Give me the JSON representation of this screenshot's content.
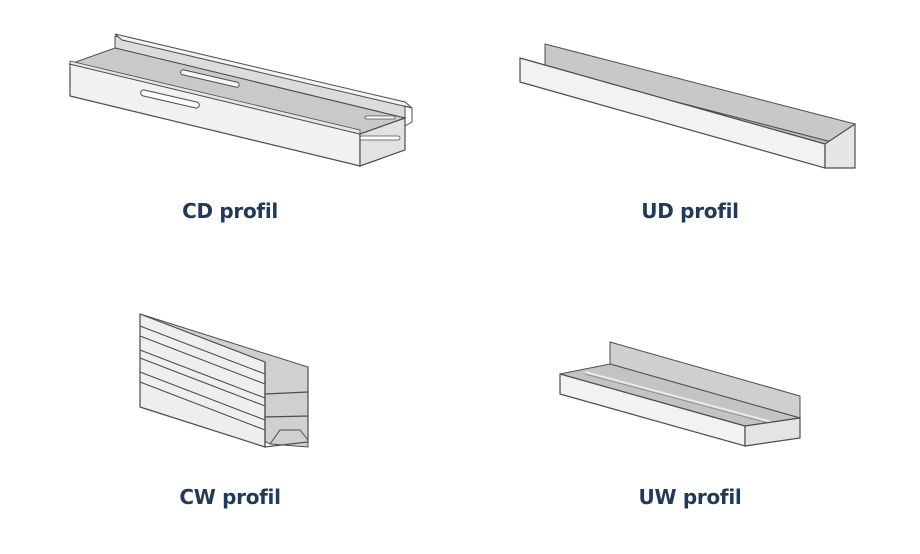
{
  "colors": {
    "label_text": "#1f3a5a",
    "metal_light": "#f2f2f2",
    "metal_mid": "#dcdcdc",
    "metal_dark": "#b9b9b9",
    "outline": "#4d4d4d",
    "background": "#ffffff"
  },
  "profiles": [
    {
      "id": "cd",
      "label": "CD profil"
    },
    {
      "id": "ud",
      "label": "UD profil"
    },
    {
      "id": "cw",
      "label": "CW profil"
    },
    {
      "id": "uw",
      "label": "UW profil"
    }
  ]
}
